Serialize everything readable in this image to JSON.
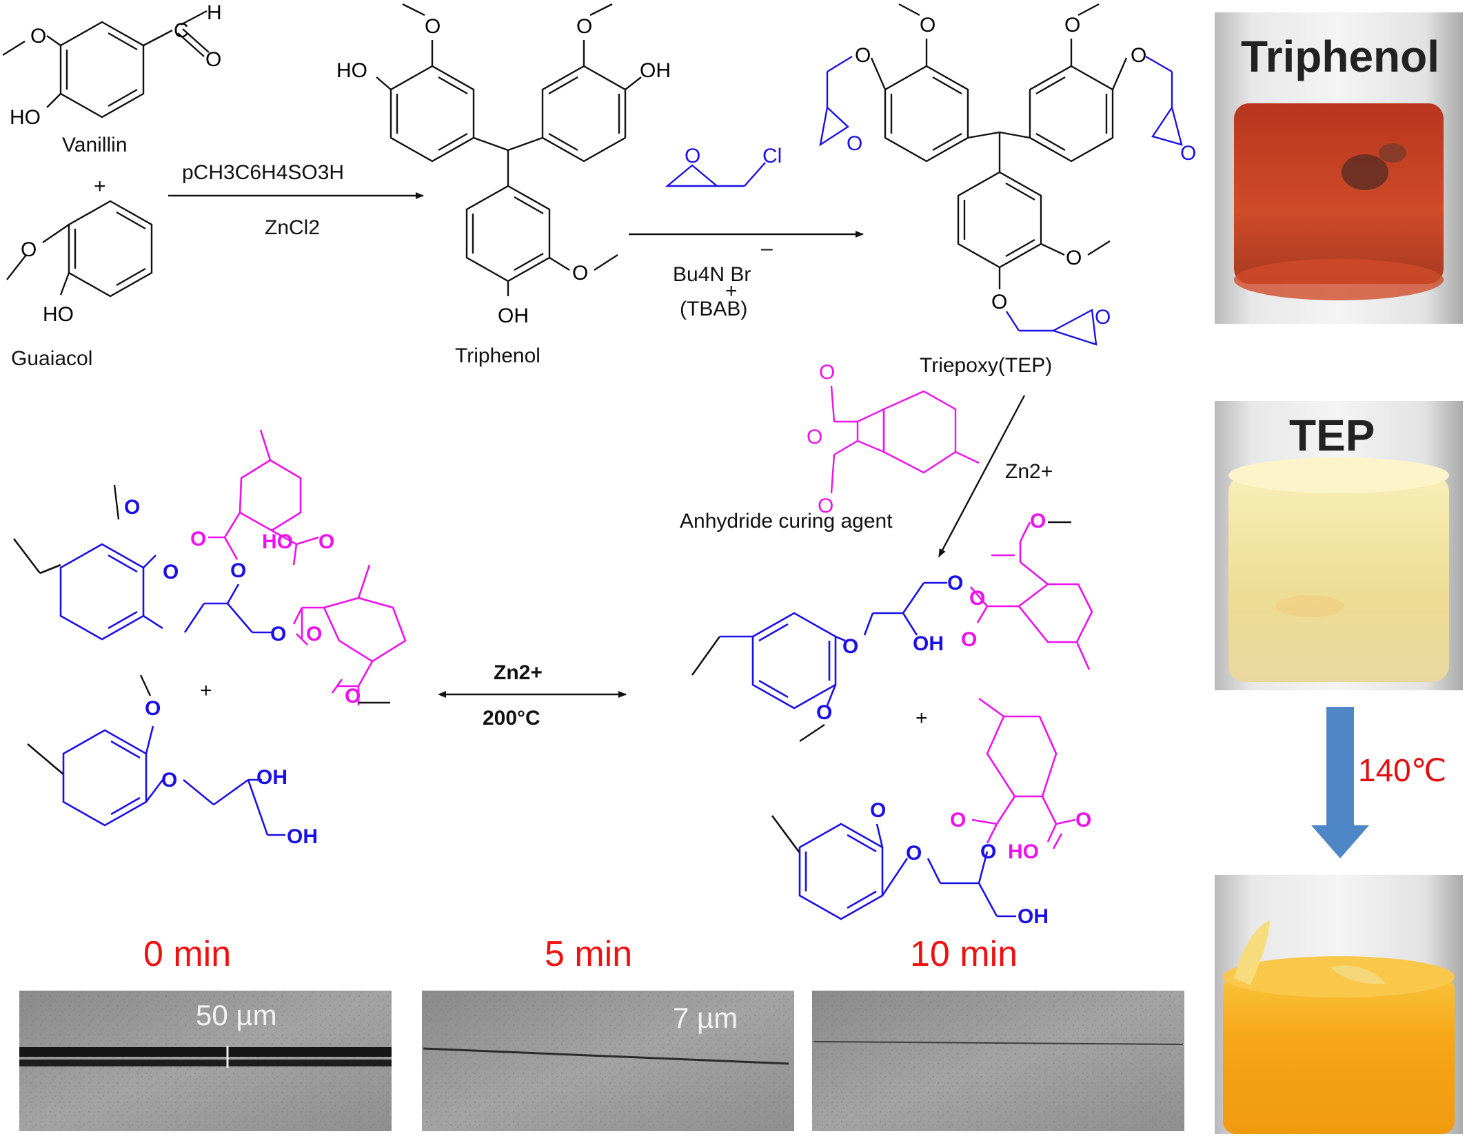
{
  "scheme": {
    "vanillin": "Vanillin",
    "guaiacol": "Guaiacol",
    "plus": "+",
    "triphenol": "Triphenol",
    "tep": "Triepoxy(TEP)",
    "step1_reagent_top": "pCH3C6H4SO3H",
    "step1_reagent_bottom": "ZnCl2",
    "step2_catalyst": "Bu4N Br",
    "step2_catalyst_abbr": "(TBAB)",
    "step2_charge_minus": "–",
    "step2_charge_plus": "+",
    "curing_agent": "Anhydride curing agent",
    "zn_catalyst": "Zn2+",
    "exchange_catalyst": "Zn2+",
    "exchange_temp": "200°C",
    "atoms": {
      "O": "O",
      "H": "H",
      "C": "C",
      "Cl": "Cl",
      "HO": "HO",
      "OH": "OH"
    }
  },
  "healing": {
    "t0": "0 min",
    "t5": "5 min",
    "t10": "10 min",
    "scale0": "50 µm",
    "scale5": "7 µm"
  },
  "photos": {
    "triphenol": "Triphenol",
    "tep": "TEP",
    "melt_temp": "140℃"
  },
  "colors": {
    "epoxy_blue": "#1a10e6",
    "anhydride_magenta": "#ee10ee",
    "time_red": "#f01010",
    "arrow_blue": "#4f86c6",
    "triphenol_powder": "#c9462a",
    "tep_powder": "#f3e7a6",
    "melt_orange": "#f6a716"
  }
}
